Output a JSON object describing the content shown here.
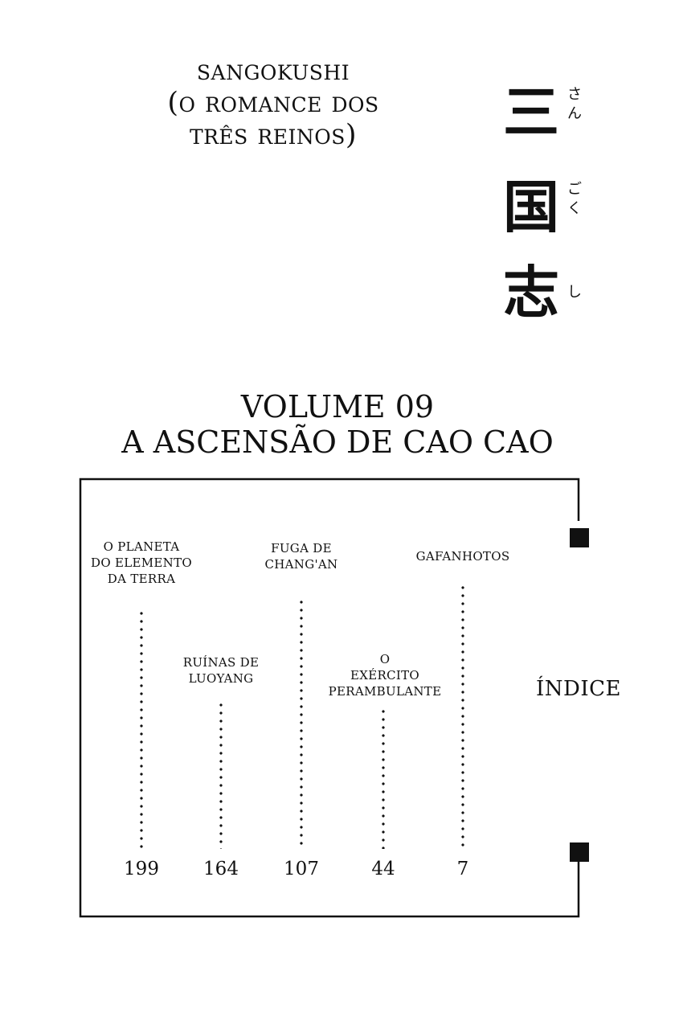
{
  "series_title": {
    "line1": "SANGOKUSHI",
    "line2": "(O ROMANCE DOS",
    "line3": "TRÊS REINOS)"
  },
  "kanji": [
    {
      "char": "三",
      "ruby": "さん"
    },
    {
      "char": "国",
      "ruby": "ごく"
    },
    {
      "char": "志",
      "ruby": "し"
    }
  ],
  "volume": {
    "line1": "VOLUME 09",
    "line2": "A ASCENSÃO DE CAO CAO"
  },
  "index_label": "ÍNDICE",
  "chapters": [
    {
      "title_lines": [
        "GAFANHOTOS"
      ],
      "page": "7"
    },
    {
      "title_lines": [
        "O",
        "EXÉRCITO",
        "PERAMBULANTE"
      ],
      "page": "44"
    },
    {
      "title_lines": [
        "FUGA DE",
        "CHANG'AN"
      ],
      "page": "107"
    },
    {
      "title_lines": [
        "RUÍNAS DE",
        "LUOYANG"
      ],
      "page": "164"
    },
    {
      "title_lines": [
        "O PLANETA",
        "DO ELEMENTO",
        "DA TERRA"
      ],
      "page": "199"
    }
  ]
}
